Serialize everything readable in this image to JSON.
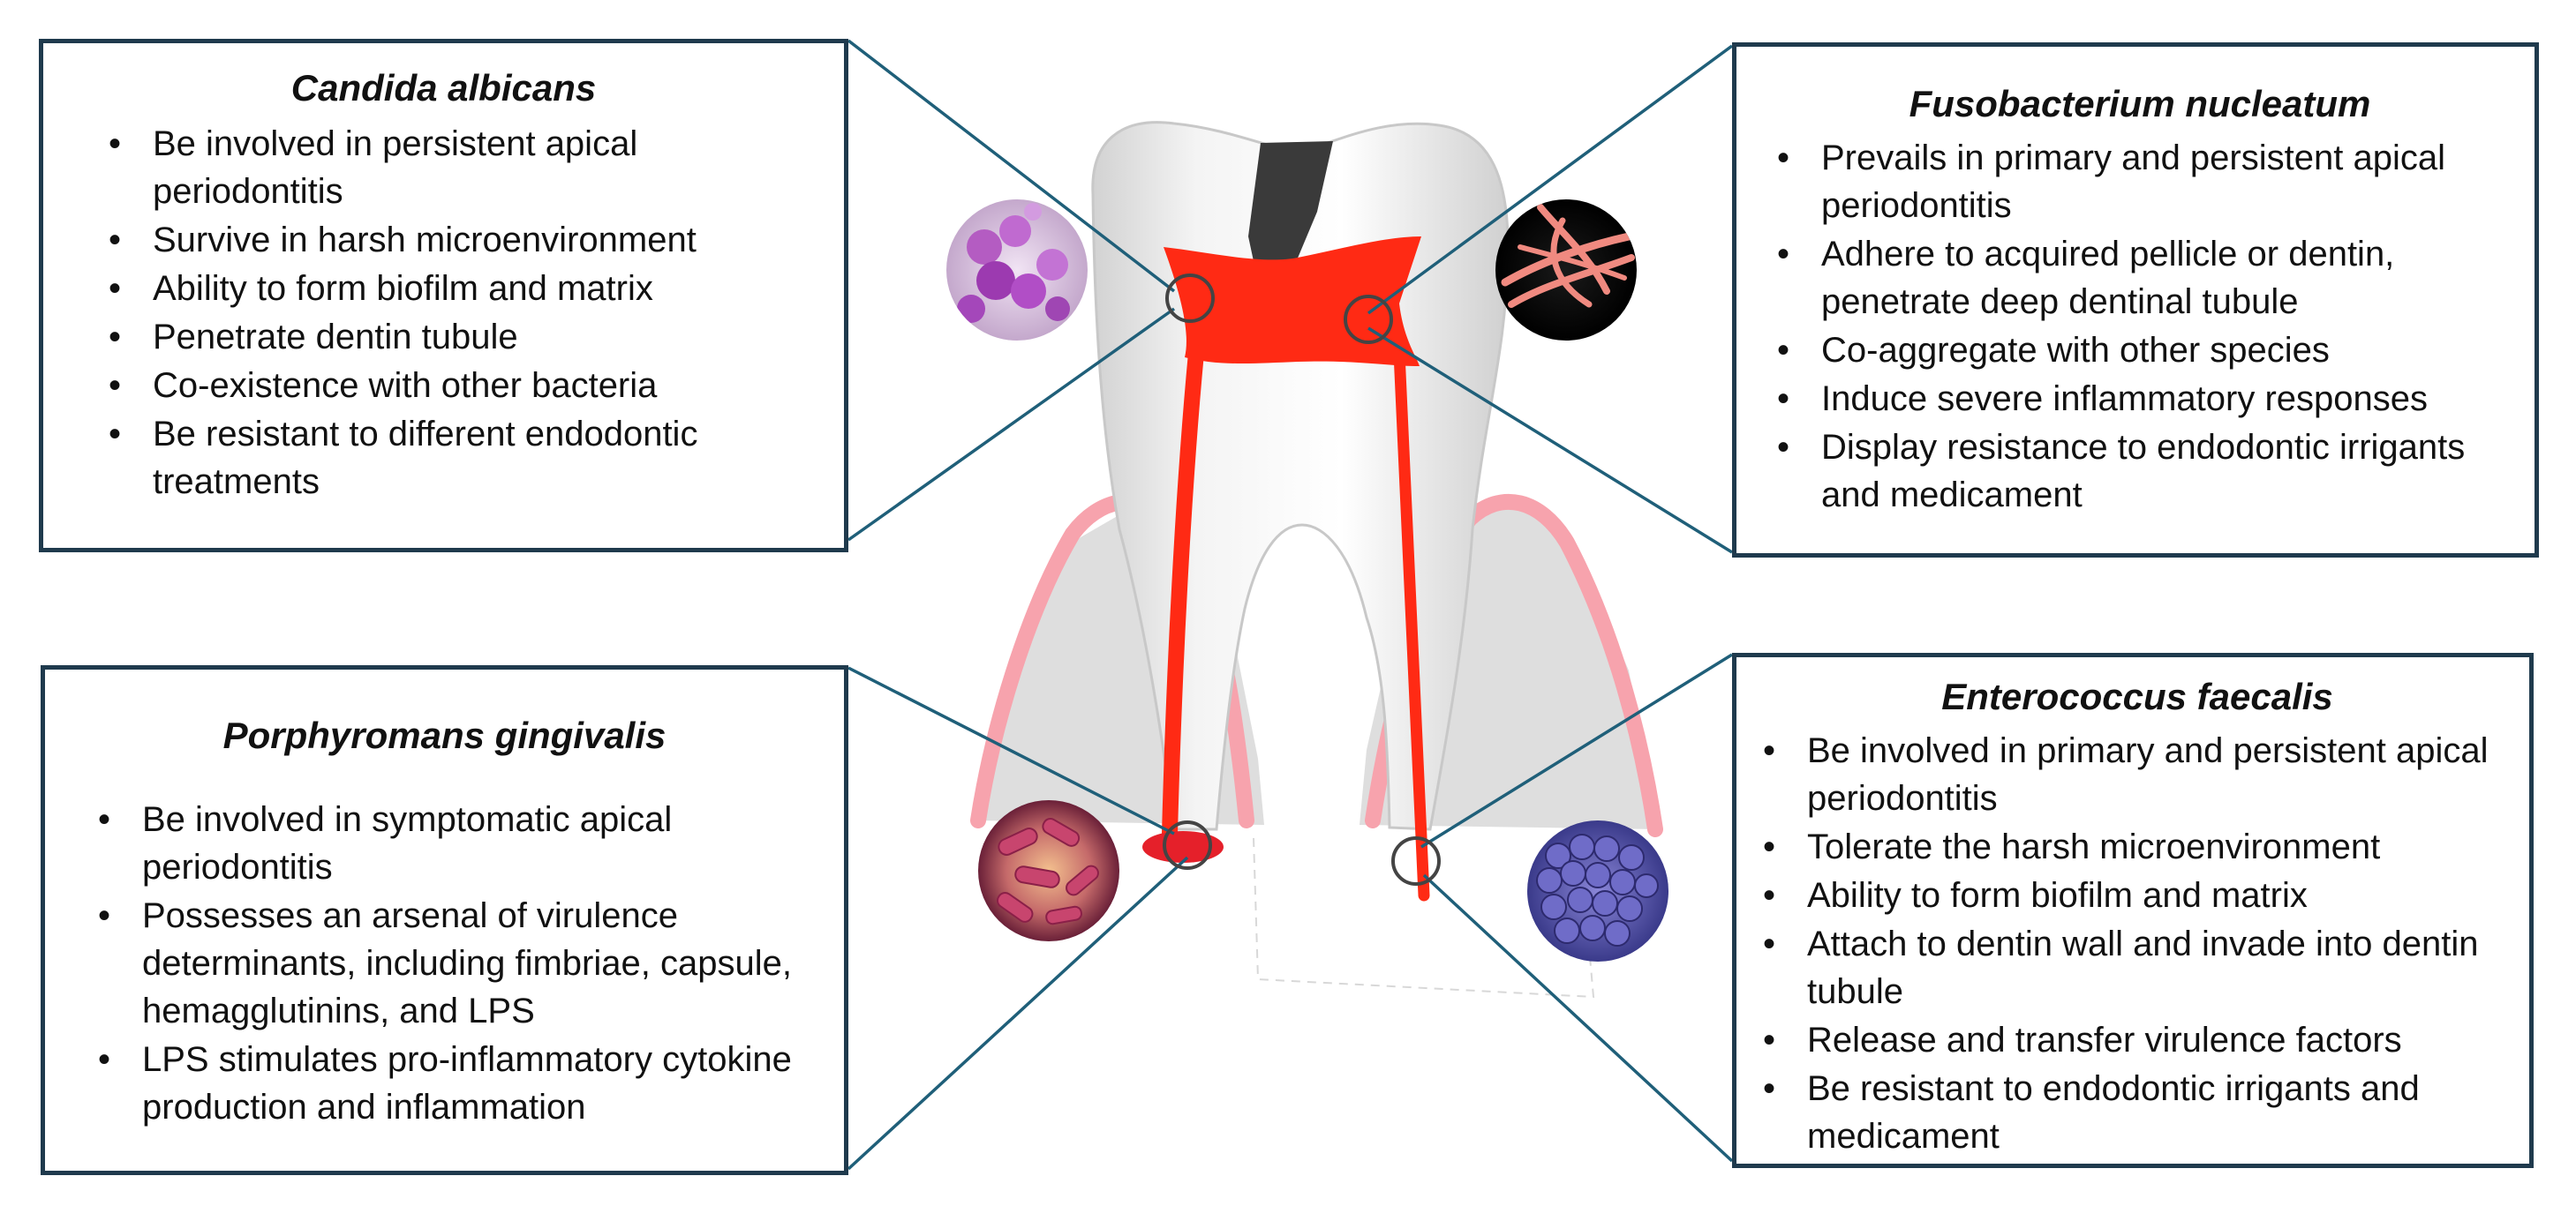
{
  "colors": {
    "box_border": "#1f3a4d",
    "connector": "#1f5f79",
    "pulp": "#ff2a14",
    "gum": "#f7a3ad",
    "tooth": "#eeeeee",
    "caries": "#3a3a3a"
  },
  "boxes": {
    "candida": {
      "title": "Candida albicans",
      "bullets": [
        "Be involved in persistent apical periodontitis",
        "Survive in harsh microenvironment",
        "Ability to form biofilm and matrix",
        "Penetrate dentin tubule",
        "Co-existence with other bacteria",
        "Be resistant to different endodontic treatments"
      ]
    },
    "fusobacterium": {
      "title": "Fusobacterium nucleatum",
      "bullets": [
        "Prevails in primary and persistent apical periodontitis",
        "Adhere to acquired pellicle or dentin, penetrate deep dentinal tubule",
        "Co-aggregate with other species",
        "Induce severe inflammatory responses",
        "Display resistance to endodontic irrigants and medicament"
      ]
    },
    "porphyromonas": {
      "title": "Porphyromans gingivalis",
      "bullets": [
        "Be involved in symptomatic apical periodontitis",
        "Possesses an arsenal of virulence determinants, including fimbriae, capsule, hemagglutinins, and LPS",
        "LPS stimulates pro-inflammatory cytokine production and inflammation"
      ]
    },
    "enterococcus": {
      "title": "Enterococcus faecalis",
      "bullets": [
        "Be involved in primary and persistent apical periodontitis",
        "Tolerate the harsh microenvironment",
        "Ability to form biofilm and matrix",
        "Attach to dentin wall and invade into dentin tubule",
        "Release and transfer virulence factors",
        "Be resistant to endodontic irrigants and medicament"
      ]
    }
  },
  "icons": {
    "candida": "yeast-cells-micrograph-icon",
    "fusobacterium": "rod-bacteria-micrograph-icon",
    "porphyromonas": "rod-bacteria-micrograph-icon",
    "enterococcus": "cocci-cluster-micrograph-icon"
  }
}
